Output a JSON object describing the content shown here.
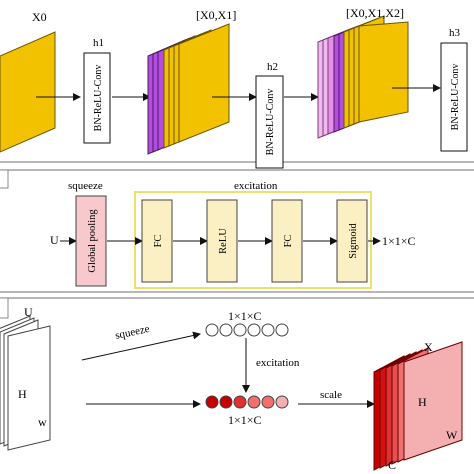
{
  "colors": {
    "gold": "#f2c200",
    "gold_edge": "#8a6d00",
    "purple": "#b24de0",
    "purple_light": "#d98ef0",
    "pink": "#f2b8f0",
    "pink_mid": "#e78fe6",
    "pool_fill": "#f7c9cc",
    "fc_fill": "#fbf0c4",
    "excite_border": "#f0df6b",
    "red_dark": "#c40000",
    "red_mid": "#e03030",
    "red_light": "#f07070",
    "red_pale": "#f4b0b0",
    "frame": "#888888"
  },
  "dense": {
    "x0_label": "X0",
    "x01_label": "[X0,X1]",
    "x012_label": "[X0,X1,X2]",
    "h1": "h1",
    "h2": "h2",
    "h3": "h3",
    "conv_label": "BN-ReLU-Conv"
  },
  "se_block": {
    "squeeze_title": "squeeze",
    "excitation_title": "excitation",
    "input_u": "U",
    "global_pooling": "Global pooling",
    "fc1": "FC",
    "relu": "ReLU",
    "fc2": "FC",
    "sigmoid": "Sigmoid",
    "output": "1×1×C"
  },
  "se_flow": {
    "u_label": "U",
    "h_label": "H",
    "w_label": "w",
    "squeeze_label": "squeeze",
    "vector_top_label": "1×1×C",
    "excitation_label": "excitation",
    "vector_bottom_label": "1×1×C",
    "scale_label": "scale",
    "x_label": "X",
    "h_out_label": "H",
    "w_out_label": "W",
    "c_label": "C"
  }
}
